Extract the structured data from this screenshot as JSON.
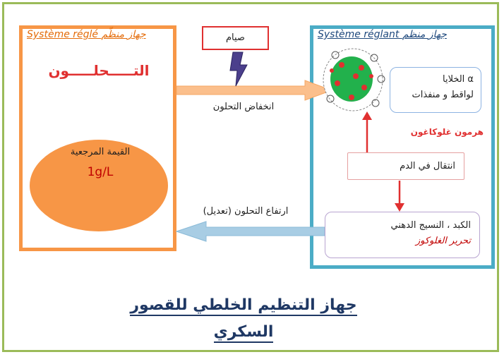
{
  "regulated_system": {
    "title": "Système réglé  جهاز منظّم",
    "variable": "التـــــحلـــــون",
    "reference_label": "القيمة المرجعية",
    "reference_value": "1g/L"
  },
  "regulating_system": {
    "title": "Système réglant  جهاز منظم",
    "cells_line1": "الخلايا α",
    "cells_line2": "لواقط و منفذات"
  },
  "stimulus": {
    "fasting": "صيام"
  },
  "arrows": {
    "decrease": "انخفاض التحلون",
    "hormone": "هرمون غلوكاغون",
    "increase": "ارتفاع التحلون (تعديل)"
  },
  "transport": "انتقال في الدم",
  "effector": {
    "line1": "الكبد ، النسيج الدهني",
    "line2": "تحرير الغلوكوز"
  },
  "caption": {
    "line1": "جهاز التنظيم الخلطي للقصور",
    "line2": "السكري"
  },
  "colors": {
    "outer_border": "#9bbb59",
    "regulated_border": "#f79646",
    "regulating_border": "#4bacc6",
    "accent_red": "#e03030",
    "arrow_orange": "#fbbf8c",
    "arrow_blue": "#a8cde4"
  }
}
